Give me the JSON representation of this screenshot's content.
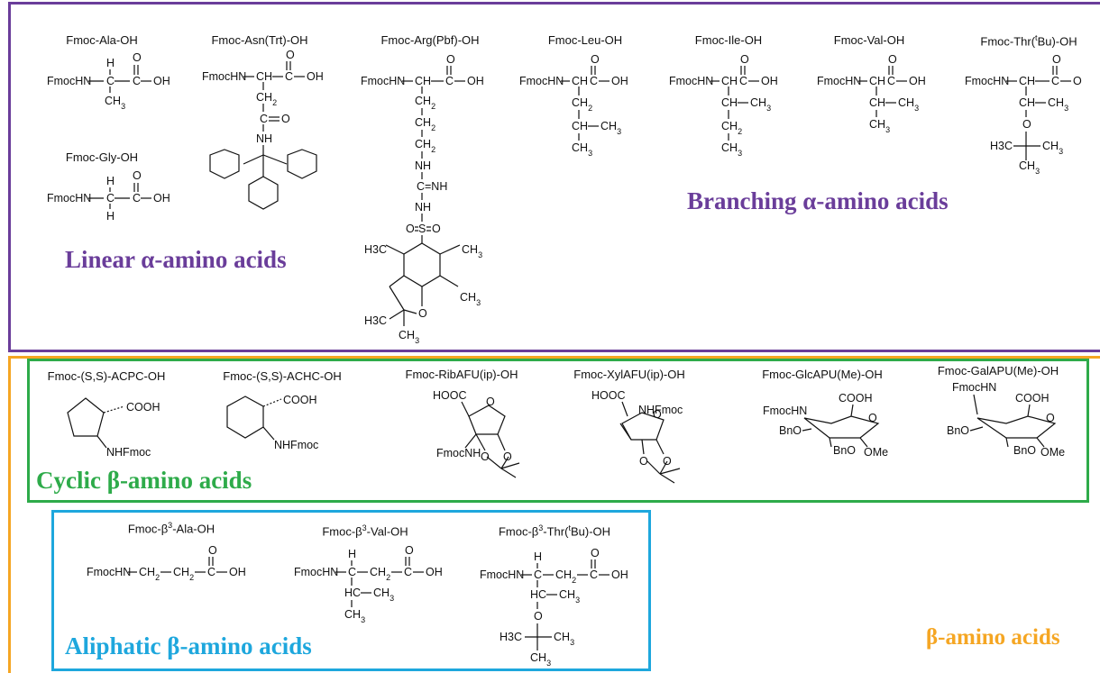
{
  "linear": {
    "label": "Linear α-amino acids",
    "color": "#6a3d9a",
    "compounds": {
      "ala": "Fmoc-Ala-OH",
      "asn": "Fmoc-Asn(Trt)-OH",
      "arg": "Fmoc-Arg(Pbf)-OH",
      "gly": "Fmoc-Gly-OH"
    }
  },
  "branching": {
    "label": "Branching α-amino acids",
    "color": "#6a3d9a",
    "compounds": {
      "leu": "Fmoc-Leu-OH",
      "ile": "Fmoc-Ile-OH",
      "val": "Fmoc-Val-OH",
      "thr_pre": "Fmoc-Thr(",
      "thr_sup": "t",
      "thr_post": "Bu)-OH"
    }
  },
  "cyclic": {
    "label": "Cyclic β-amino acids",
    "color": "#2eab4a",
    "compounds": {
      "acpc": "Fmoc-(S,S)-ACPC-OH",
      "achc": "Fmoc-(S,S)-ACHC-OH",
      "ribafu": "Fmoc-RibAFU(ip)-OH",
      "xylafu": "Fmoc-XylAFU(ip)-OH",
      "glcapu": "Fmoc-GlcAPU(Me)-OH",
      "galapu": "Fmoc-GalAPU(Me)-OH"
    }
  },
  "aliphatic": {
    "label": "Aliphatic β-amino acids",
    "color": "#1ea7dd",
    "compounds": {
      "b3_pre": "Fmoc-β",
      "b3_sup": "3",
      "ala_post": "-Ala-OH",
      "val_post": "-Val-OH",
      "thr_post_a": "-Thr(",
      "thr_sup_t": "t",
      "thr_post_b": "Bu)-OH"
    }
  },
  "beta": {
    "label": "β-amino acids",
    "color": "#f5a623"
  },
  "atoms": {
    "fmochn": "FmocHN",
    "nhfmoc": "NHFmoc",
    "fmocnh": "FmocNH",
    "oh": "OH",
    "o": "O",
    "h": "H",
    "c": "C",
    "ch": "CH",
    "ch2": "CH2",
    "ch3": "CH3",
    "nh": "NH",
    "eq_nh": "=NH",
    "s": "S",
    "cooh": "COOH",
    "hooc": "HOOC",
    "bno": "BnO",
    "ome": "OMe",
    "h3c": "H3C",
    "hc": "HC"
  }
}
